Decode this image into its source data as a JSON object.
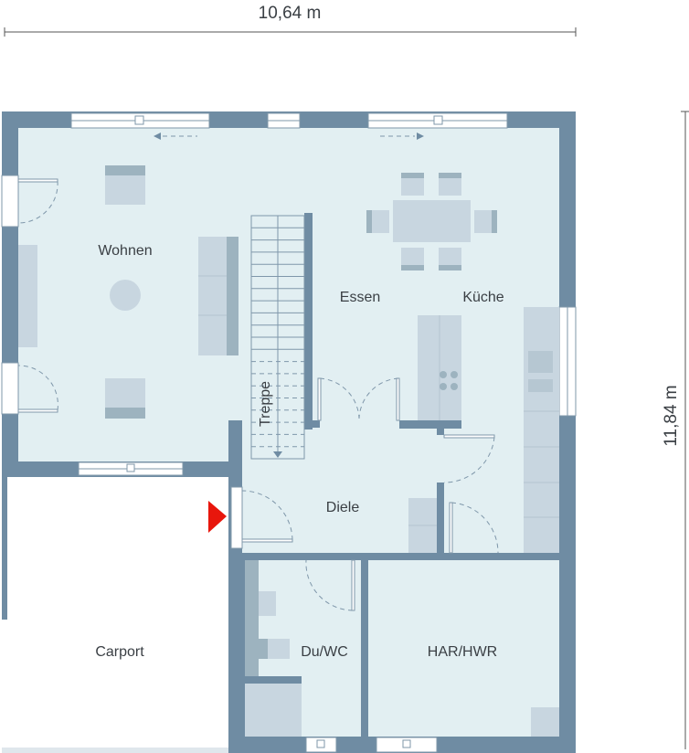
{
  "dimensions": {
    "width": "10,64 m",
    "height": "11,84 m"
  },
  "rooms": {
    "wohnen": "Wohnen",
    "essen": "Essen",
    "kueche": "Küche",
    "treppe": "Treppe",
    "diele": "Diele",
    "carport": "Carport",
    "duwc": "Du/WC",
    "har": "HAR/HWR"
  },
  "entrance_marker": {
    "icon": "entrance-arrow-icon",
    "color": "#e8160c"
  },
  "colors": {
    "wall": "#6f8ca3",
    "floor": "#e2eff2",
    "furniture": "#c8d6e0"
  }
}
